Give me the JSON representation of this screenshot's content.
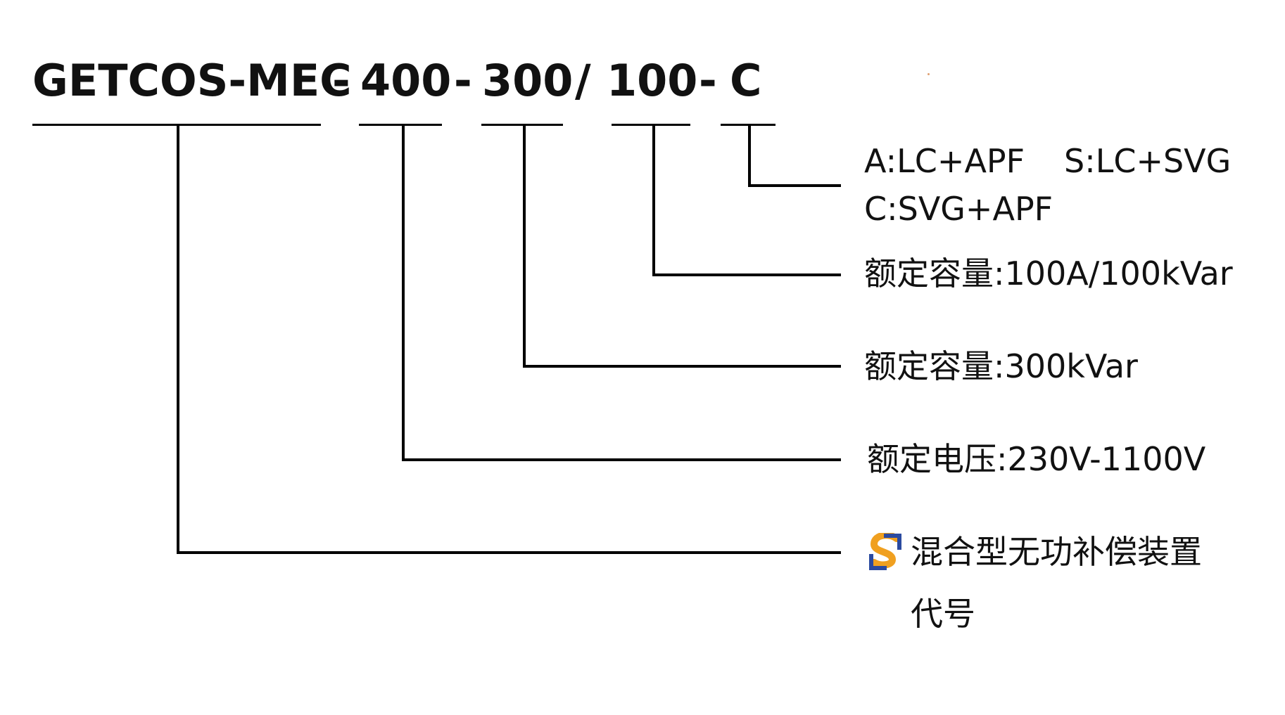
{
  "model_code": {
    "base": "GETCOS-MEC",
    "sep1": "-",
    "voltage": "400",
    "sep2": "-",
    "capacity": "300",
    "sep3": "/",
    "current": "100",
    "sep4": "-",
    "type": "C"
  },
  "descriptions": {
    "type_line1_a": "A:LC+APF",
    "type_line1_s": "S:LC+SVG",
    "type_line2": "C:SVG+APF",
    "current_capacity": "额定容量:100A/100kVar",
    "capacity": "额定容量:300kVar",
    "voltage": "额定电压:230V-1100V",
    "device_line1": "混合型无功补偿装置",
    "device_line2": "代号"
  },
  "icons": {
    "logo": "brand-s-logo-icon"
  },
  "colors": {
    "line": "#000000",
    "text": "#111111",
    "logo_orange": "#f0a020",
    "logo_blue": "#2b4aa0"
  }
}
